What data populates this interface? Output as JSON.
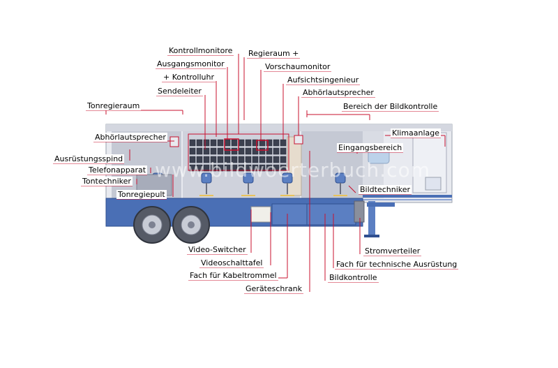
{
  "labels": {
    "kontrollmonitore": "Kontrollmonitore",
    "regieraum": "Regieraum +",
    "ausgangsmonitor": "Ausgangsmonitor",
    "vorschaumonitor": "Vorschaumonitor",
    "kontrolluhr": "+ Kontrolluhr",
    "aufsichtsingenieur": "Aufsichtsingenieur",
    "sendeleiter": "Sendeleiter",
    "abhoer_top": "Abhörlautsprecher",
    "tonregieraum": "Tonregieraum",
    "bildkontrolle_bereich": "Bereich der Bildkontrolle",
    "klimaanlage": "Klimaanlage",
    "abhoer_left": "Abhörlautsprecher",
    "eingangsbereich": "Eingangsbereich",
    "ausruestungsspind": "Ausrüstungsspind",
    "telefonapparat": "Telefonapparat",
    "tontechniker": "Tontechniker",
    "bildtechniker": "Bildtechniker",
    "tonregiepult": "Tonregiepult",
    "video_switcher": "Video-Switcher",
    "stromverteiler": "Stromverteiler",
    "videoschalttafel": "Videoschalttafel",
    "fach_technik": "Fach für technische Ausrüstung",
    "fach_kabel": "Fach für Kabeltrommel",
    "bildkontrolle": "Bildkontrolle",
    "geraeteschrank": "Geräteschrank"
  },
  "watermark": "www.bildwoerterbuch.com",
  "colors": {
    "leader": "#c8102e",
    "chassis": "#4a6fb5",
    "body": "#e6e8ef",
    "interior": "#c9ccd6"
  }
}
